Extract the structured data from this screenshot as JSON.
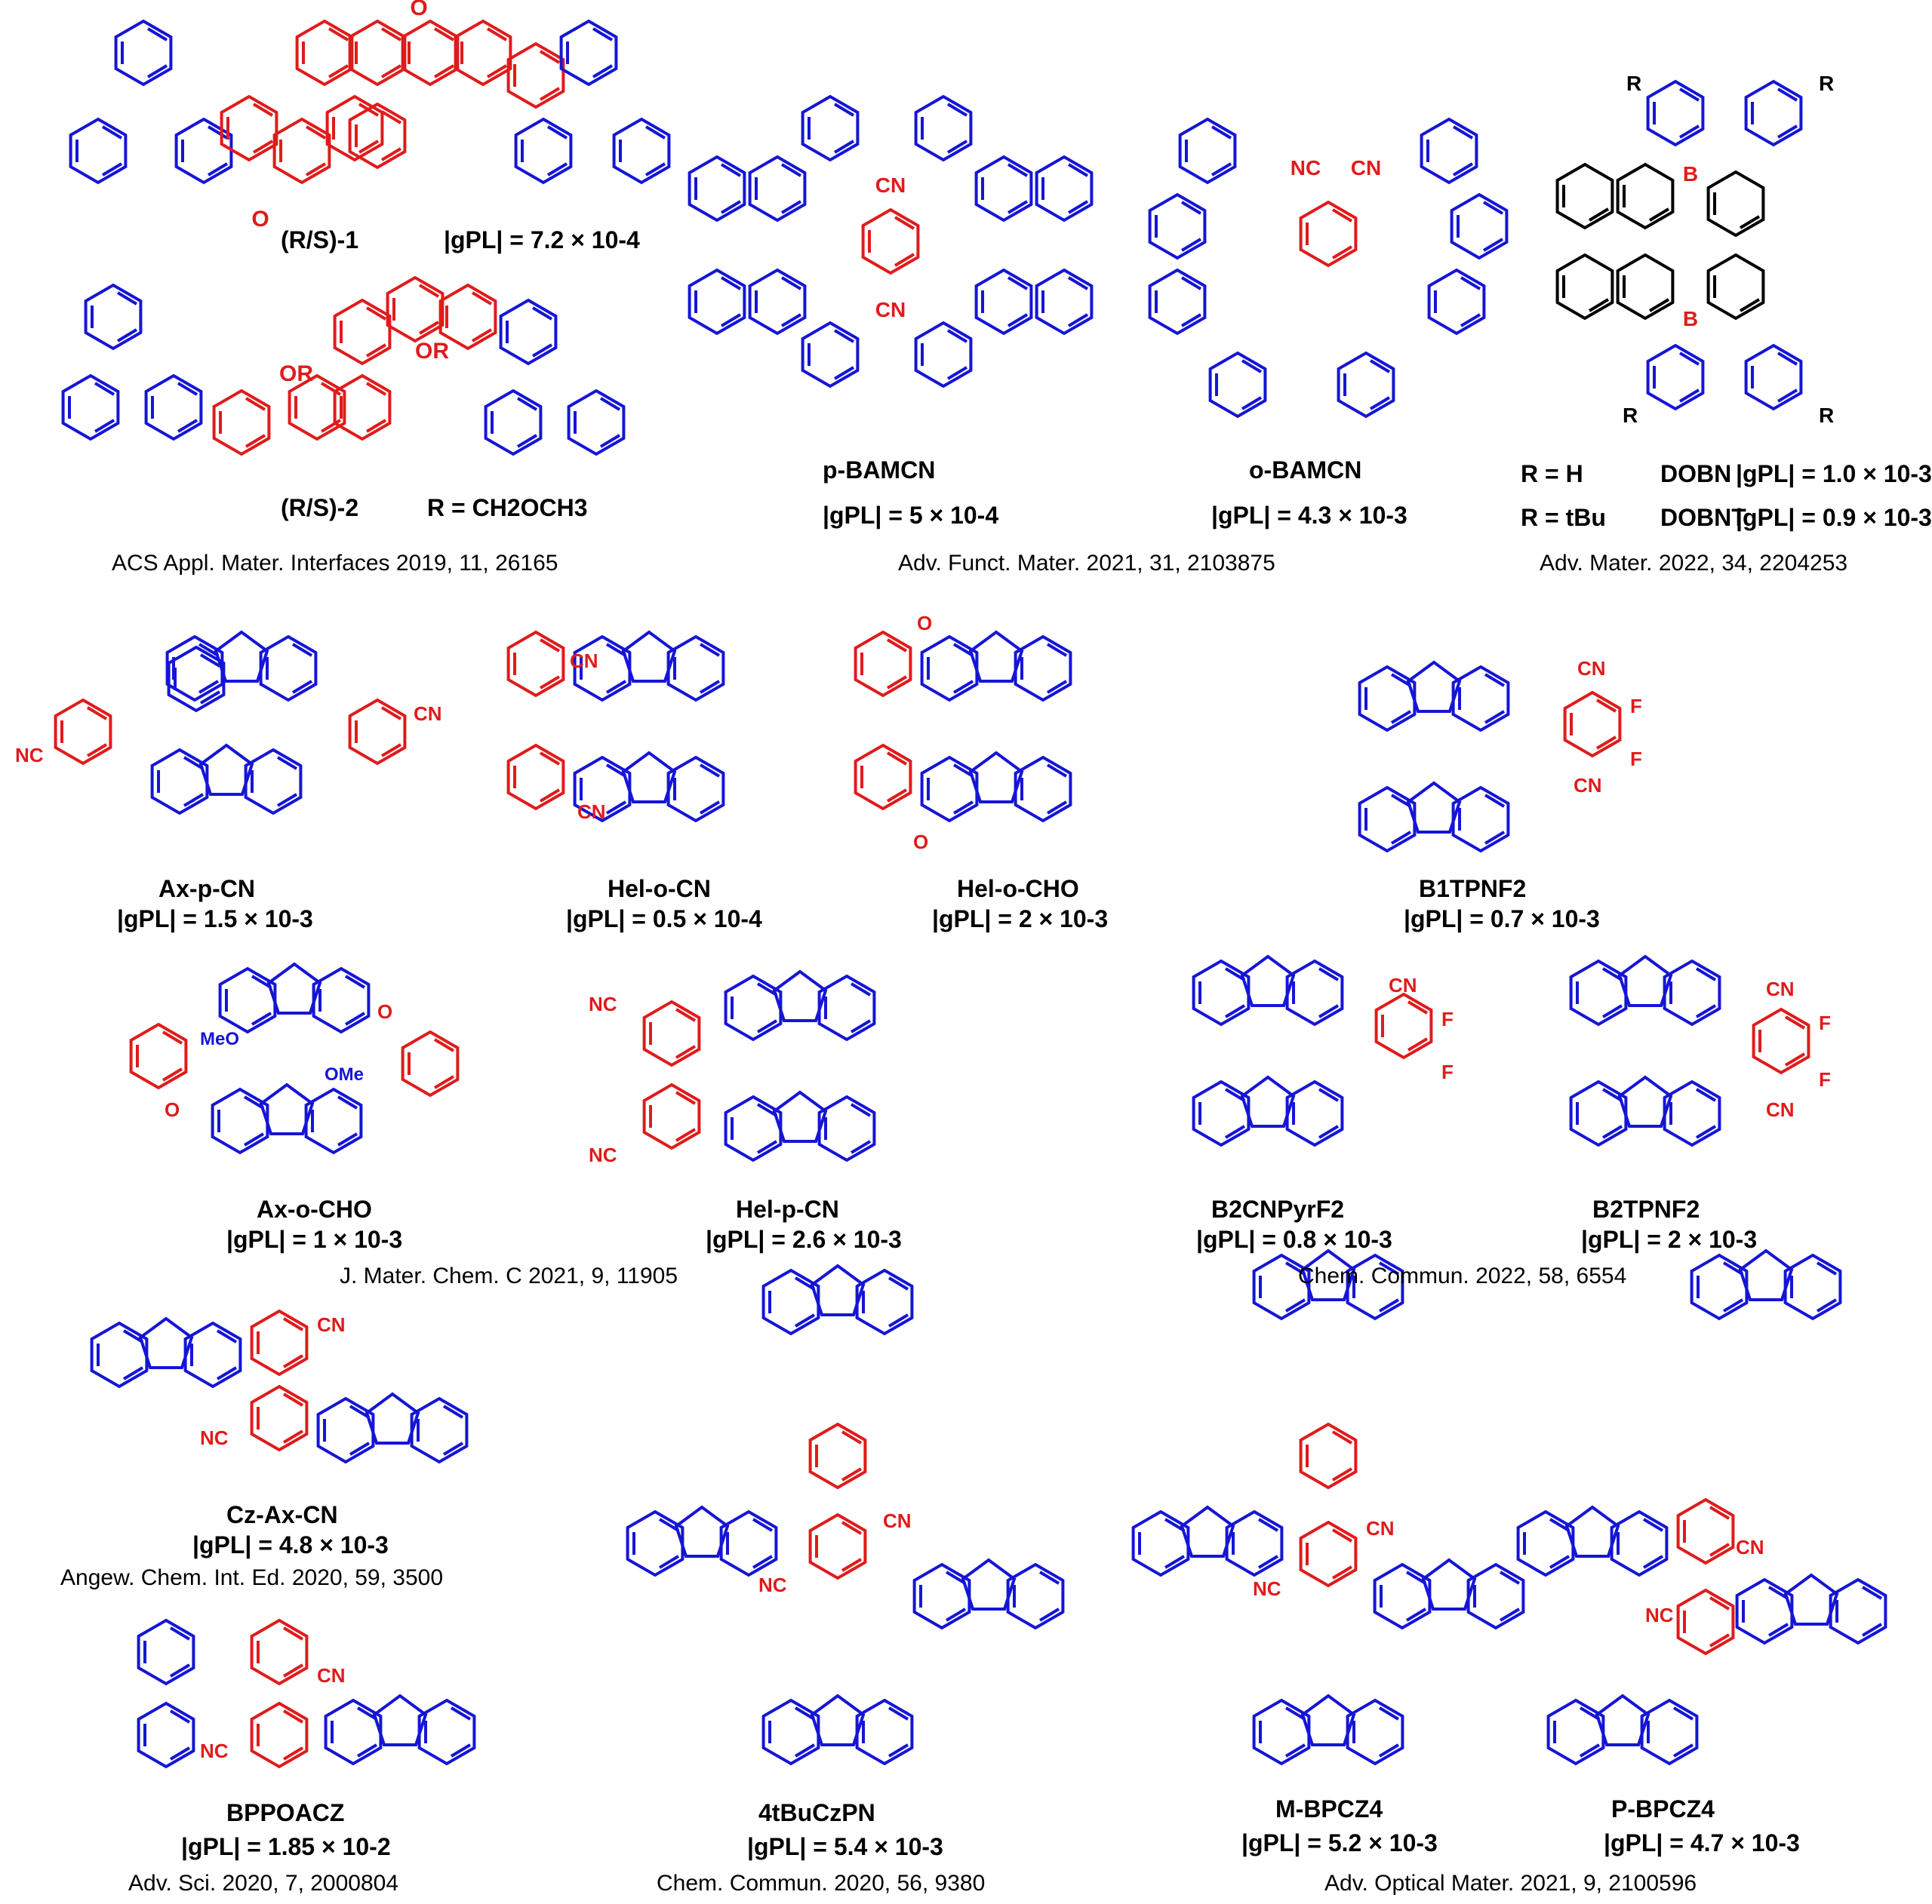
{
  "colors": {
    "donor": "#1515d6",
    "acceptor": "#e01b1b",
    "text": "#000000"
  },
  "compounds": [
    {
      "name": "(R/S)-1",
      "gpl": "|gPL| = 7.2 × 10-4"
    },
    {
      "name": "(R/S)-2",
      "extra": "R = CH2OCH3"
    },
    {
      "name": "p-BAMCN",
      "gpl": "|gPL| = 5 × 10-4"
    },
    {
      "name": "o-BAMCN",
      "gpl": "|gPL| = 4.3 × 10-3"
    },
    {
      "name": "DOBN",
      "r": "R = H",
      "gpl": "|gPL| = 1.0 × 10-3"
    },
    {
      "name": "DOBNT",
      "r": "R = tBu",
      "gpl": "|gPL| = 0.9 × 10-3"
    },
    {
      "name": "Ax-p-CN",
      "gpl": "|gPL| = 1.5 × 10-3"
    },
    {
      "name": "Hel-o-CN",
      "gpl": "|gPL| = 0.5 × 10-4"
    },
    {
      "name": "Hel-o-CHO",
      "gpl": "|gPL| = 2 × 10-3"
    },
    {
      "name": "B1TPNF2",
      "gpl": "|gPL| = 0.7 × 10-3"
    },
    {
      "name": "Ax-o-CHO",
      "gpl": "|gPL| = 1 × 10-3"
    },
    {
      "name": "Hel-p-CN",
      "gpl": "|gPL| = 2.6 × 10-3"
    },
    {
      "name": "B2CNPyrF2",
      "gpl": "|gPL| = 0.8 × 10-3"
    },
    {
      "name": "B2TPNF2",
      "gpl": "|gPL| = 2 × 10-3"
    },
    {
      "name": "Cz-Ax-CN",
      "gpl": "|gPL| = 4.8 × 10-3"
    },
    {
      "name": "BPPOACZ",
      "gpl": "|gPL| = 1.85 × 10-2"
    },
    {
      "name": "4tBuCzPN",
      "gpl": "|gPL| = 5.4 × 10-3"
    },
    {
      "name": "M-BPCZ4",
      "gpl": "|gPL| = 5.2 × 10-3"
    },
    {
      "name": "P-BPCZ4",
      "gpl": "|gPL| = 4.7 × 10-3"
    }
  ],
  "references": [
    "ACS Appl. Mater. Interfaces 2019, 11, 26165",
    "Adv. Funct. Mater. 2021, 31, 2103875",
    "Adv. Mater. 2022, 34, 2204253",
    "J. Mater. Chem. C 2021, 9, 11905",
    "Chem. Commun. 2022, 58, 6554",
    "Angew. Chem. Int. Ed. 2020, 59, 3500",
    "Adv. Sci. 2020, 7, 2000804",
    "Chem. Commun. 2020, 56, 9380",
    "Adv. Optical Mater. 2021, 9, 2100596"
  ]
}
